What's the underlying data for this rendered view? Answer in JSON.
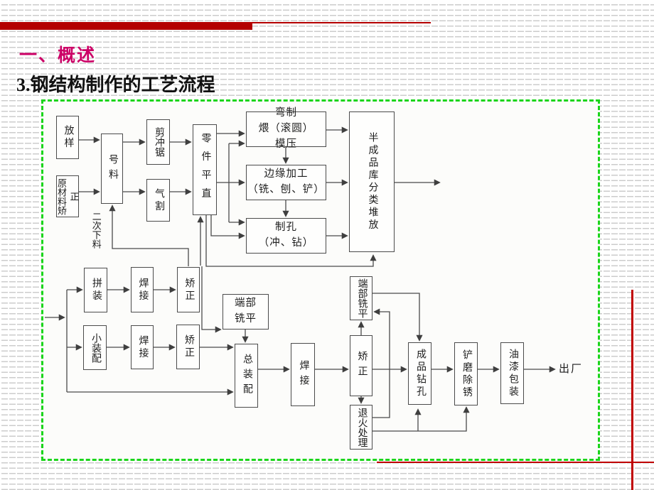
{
  "slide": {
    "section_title": "一、概述",
    "subtitle": "3.钢结构制作的工艺流程",
    "colors": {
      "top_bar_red": "#b40000",
      "bottom_line_red": "#c00000",
      "title_pink": "#cc0066",
      "diagram_border_green": "#1bd51b",
      "box_line_gray": "#4b4b4b"
    }
  },
  "flowchart": {
    "nodes": [
      {
        "id": "fangyang",
        "label": "放样"
      },
      {
        "id": "raw-material-straightening",
        "label": "原材料矫正"
      },
      {
        "id": "haoliao",
        "label": "号料"
      },
      {
        "id": "jianchongju",
        "label": "剪冲锯"
      },
      {
        "id": "qige",
        "label": "气割"
      },
      {
        "id": "lingjian-pingzhi",
        "label": "零件平直"
      },
      {
        "id": "wanzhi",
        "label": "弯制\n煨（滚圆）\n模压"
      },
      {
        "id": "bianyuan-jiagong",
        "label": "边缘加工\n（铣、刨、铲）"
      },
      {
        "id": "zhikong",
        "label": "制孔\n（冲、钻）"
      },
      {
        "id": "warehouse",
        "label": "半成品库分类堆放"
      },
      {
        "id": "pinzhuang",
        "label": "拼装"
      },
      {
        "id": "hanjie-1",
        "label": "焊接"
      },
      {
        "id": "jiaozheng-1",
        "label": "矫正"
      },
      {
        "id": "duanbu-xiping-1",
        "label": "端部\n铣平"
      },
      {
        "id": "xiao-zhuangpei",
        "label": "小装配"
      },
      {
        "id": "hanjie-2",
        "label": "焊接"
      },
      {
        "id": "jiaozheng-2",
        "label": "矫正"
      },
      {
        "id": "zong-zhuangpei",
        "label": "总装配"
      },
      {
        "id": "hanjie-3",
        "label": "焊接"
      },
      {
        "id": "jiaozheng-3",
        "label": "矫正"
      },
      {
        "id": "duanbu-xiping-2",
        "label": "端部铣平"
      },
      {
        "id": "tuihuo-chuli",
        "label": "退火处理"
      },
      {
        "id": "chengpin-zuankong",
        "label": "成品钻孔"
      },
      {
        "id": "chanmo-chuxiu",
        "label": "铲磨除锈"
      },
      {
        "id": "youqi-baozhuang",
        "label": "油漆包装"
      }
    ],
    "floating_labels": {
      "secondary_cutting": "二次下料",
      "exit": "出厂"
    },
    "edges": [
      "放样→号料",
      "原材料矫正→号料",
      "号料→剪冲锯",
      "号料→气割",
      "剪冲锯→零件平直",
      "气割→零件平直",
      "零件平直→弯制(煨、模压)",
      "零件平直→边缘加工",
      "零件平直→制孔",
      "弯制→边缘加工",
      "边缘加工→制孔",
      "弯制→半成品库分类堆放",
      "边缘加工→半成品库分类堆放",
      "制孔→半成品库分类堆放",
      "零件平直→半成品库分类堆放",
      "矫正→二次下料→号料",
      "矫正→零件平直",
      "半成品库分类堆放→出库",
      "进料→拼装",
      "进料→小装配",
      "进料→总装配",
      "拼装→焊接",
      "焊接→矫正",
      "矫正→端部铣平",
      "小装配→焊接",
      "焊接→矫正",
      "矫正→总装配",
      "端部铣平→总装配",
      "总装配→焊接",
      "焊接→矫正",
      "矫正→端部铣平",
      "端部铣平→成品钻孔",
      "矫正→退火处理",
      "退火处理→端部铣平",
      "退火处理→成品钻孔",
      "退火处理→铲磨除锈",
      "成品钻孔→铲磨除锈",
      "铲磨除锈→油漆包装",
      "油漆包装→出厂"
    ]
  }
}
